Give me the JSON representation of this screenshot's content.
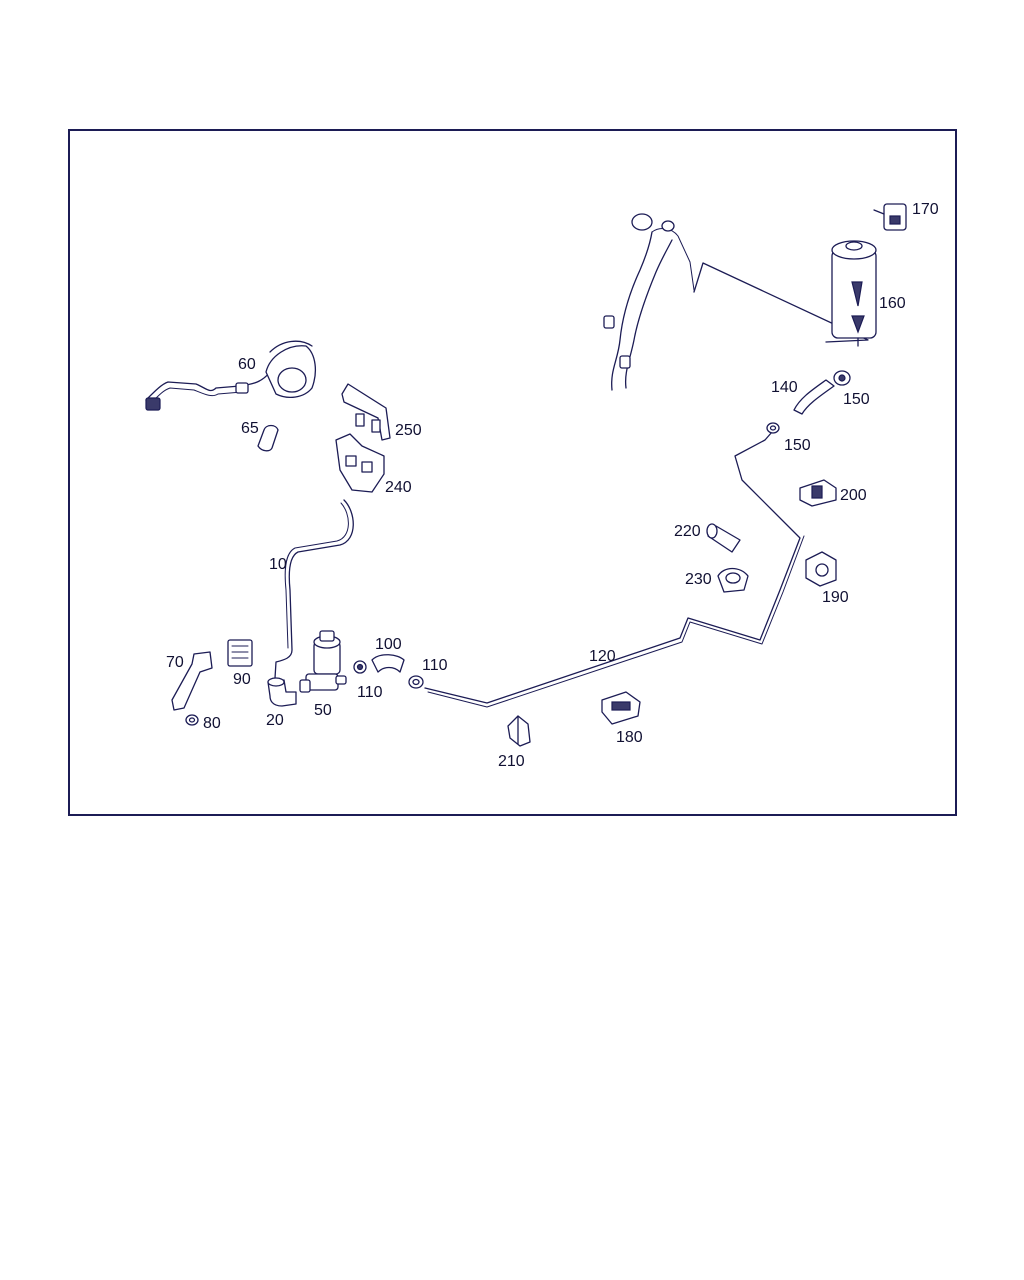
{
  "diagram": {
    "colors": {
      "ink": "#1c1c55",
      "frame": "#1c1c55",
      "background": "#ffffff"
    },
    "callouts": {
      "p10": "10",
      "p20": "20",
      "p50": "50",
      "p60": "60",
      "p65": "65",
      "p70": "70",
      "p80": "80",
      "p90": "90",
      "p100": "100",
      "p110a": "110",
      "p110b": "110",
      "p120": "120",
      "p140": "140",
      "p150a": "150",
      "p150b": "150",
      "p160": "160",
      "p170": "170",
      "p180": "180",
      "p190": "190",
      "p200": "200",
      "p210": "210",
      "p220": "220",
      "p230": "230",
      "p240": "240",
      "p250": "250"
    }
  }
}
